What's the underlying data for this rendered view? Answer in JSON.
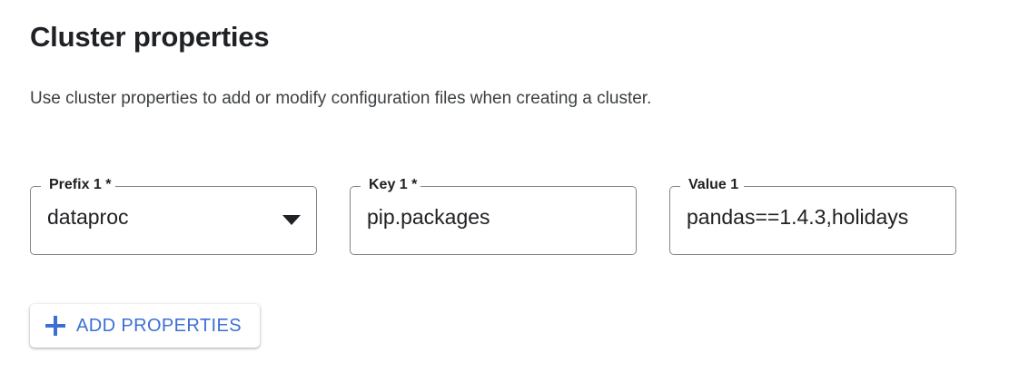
{
  "heading": {
    "title": "Cluster properties",
    "description": "Use cluster properties to add or modify configuration files when creating a cluster."
  },
  "colors": {
    "accent_blue": "#3c6fd4",
    "text_primary": "#202124",
    "text_secondary": "#3c4043",
    "field_border": "#80868b",
    "background": "#ffffff"
  },
  "fields": [
    {
      "name": "prefix",
      "label": "Prefix 1 *",
      "value": "dataproc",
      "type": "select",
      "required": true,
      "icon": "chevron-down-icon"
    },
    {
      "name": "key",
      "label": "Key 1 *",
      "value": "pip.packages",
      "type": "text",
      "required": true
    },
    {
      "name": "value",
      "label": "Value 1",
      "value": "pandas==1.4.3,holidays",
      "type": "text",
      "required": false
    }
  ],
  "add_button": {
    "label": "ADD PROPERTIES",
    "icon": "plus-icon"
  }
}
